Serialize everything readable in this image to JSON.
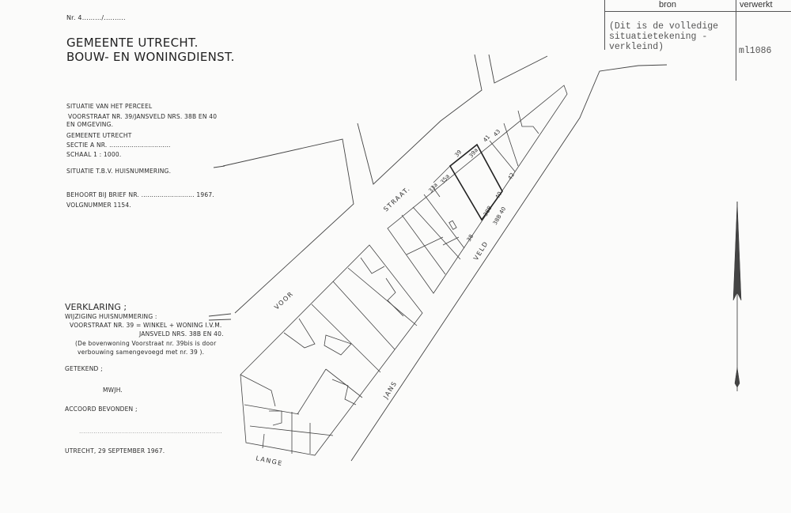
{
  "header": {
    "nr_label": "Nr. 4........./..........",
    "title_line1": "GEMEENTE UTRECHT.",
    "title_line2": "BOUW- EN WONINGDIENST."
  },
  "situatie": {
    "line1": "SITUATIE    VAN  HET    PERCEEL",
    "line2": "VOORSTRAAT NR. 39/JANSVELD NRS. 38B EN 40",
    "line3": "EN OMGEVING.",
    "gemeente": "GEMEENTE   UTRECHT",
    "sectie": "SECTIE    A              NR. ..............................",
    "schaal": "SCHAAL     1 : 1000.",
    "tbv": "SITUATIE T.B.V. HUISNUMMERING.",
    "brief": "BEHOORT BIJ BRIEF NR. .......................... 1967.",
    "volgnummer": "VOLGNUMMER 1154."
  },
  "verklaring": {
    "heading": "VERKLARING ;",
    "line1": "WIJZIGING HUISNUMMERING :",
    "line2": "VOORSTRAAT NR. 39 = WINKEL + WONING I.V.M.",
    "line3": "JANSVELD NRS. 38B EN 40.",
    "line4": "(De bovenwoning Voorstraat nr. 39bis  is door",
    "line5": "verbouwing samengevoegd met nr. 39 ).",
    "getekend": "GETEKEND ;",
    "initials": "MWJH.",
    "accoord": "ACCOORD BEVONDEN ;",
    "dotted": "......................................................................",
    "date": "UTRECHT,     29   SEPTEMBER         1967."
  },
  "table": {
    "col_bron": "bron",
    "col_verwerkt": "verwerkt",
    "bron_line1": "(Dit is de volledige",
    "bron_line2": " situatietekening -",
    "bron_line3": " verkleind)",
    "verwerkt_value": "ml1086"
  },
  "map": {
    "streets": {
      "voor": "VOOR",
      "straat": "STRAAT.",
      "jans": "JANS",
      "veld": "VELD",
      "lange": "LANGE"
    },
    "parcels": [
      "39",
      "39a",
      "41",
      "43",
      "35a",
      "33a",
      "38B",
      "40",
      "42",
      "38B 40",
      "38"
    ]
  }
}
